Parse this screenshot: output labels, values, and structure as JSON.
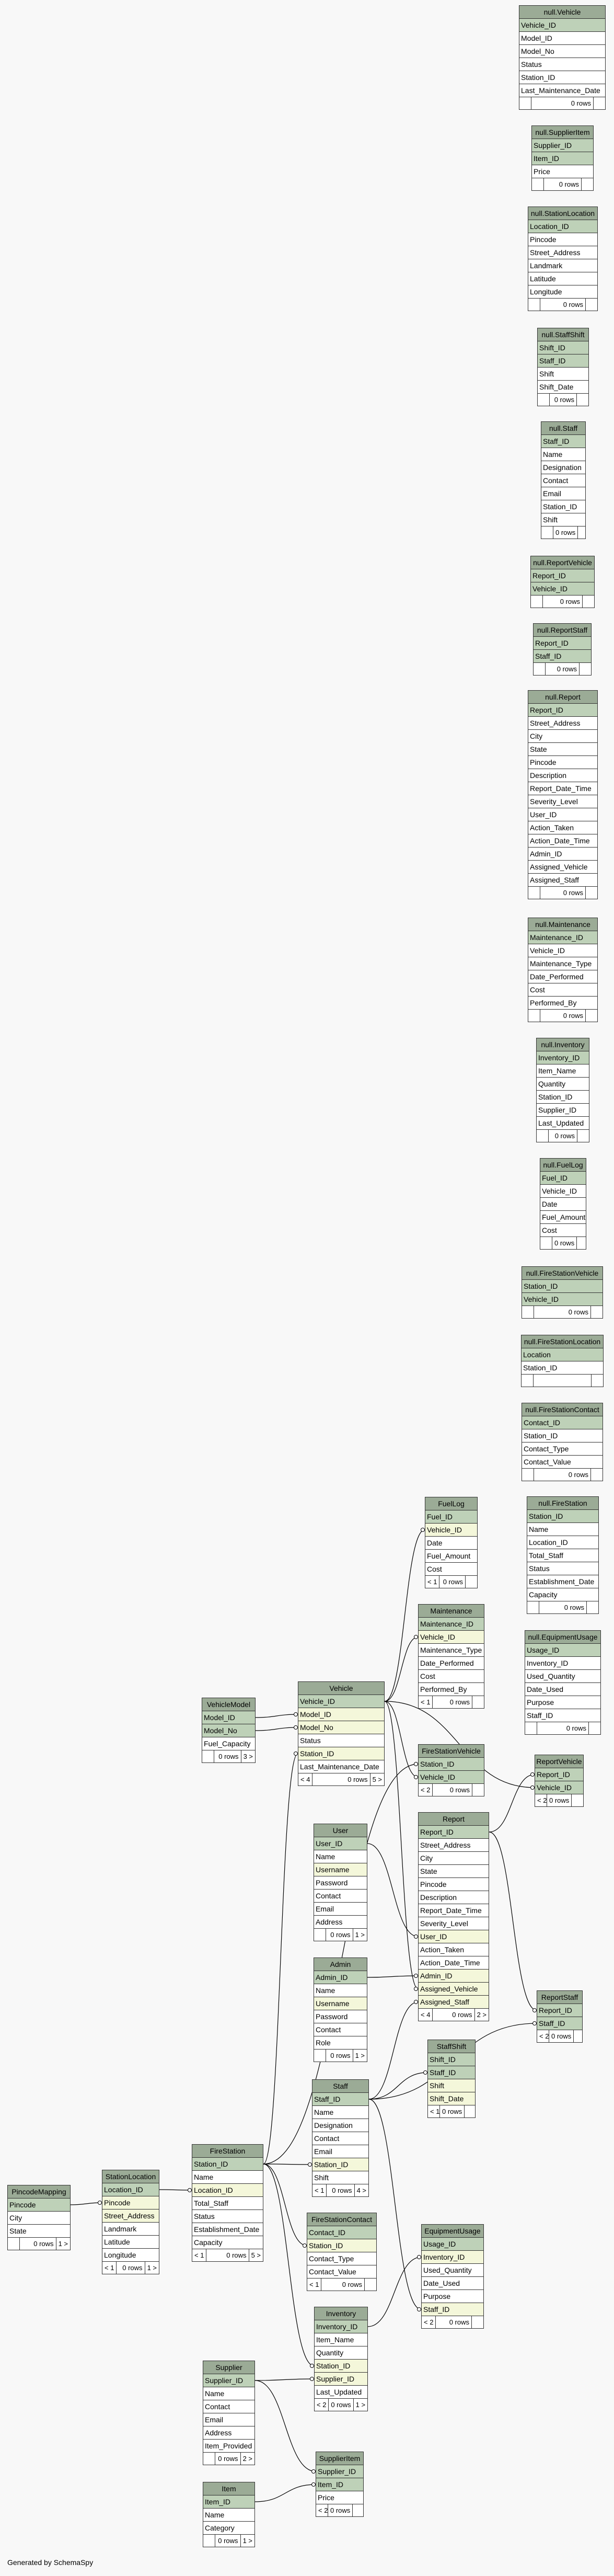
{
  "footer": "Generated by SchemaSpy",
  "tables": [
    {
      "id": "null-vehicle",
      "title": "null.Vehicle",
      "rows": [
        {
          "name": "Vehicle_ID",
          "k": "pk"
        },
        {
          "name": "Model_ID"
        },
        {
          "name": "Model_No"
        },
        {
          "name": "Status"
        },
        {
          "name": "Station_ID"
        },
        {
          "name": "Last_Maintenance_Date"
        }
      ],
      "footer": [
        "",
        "0 rows",
        ""
      ]
    },
    {
      "id": "null-supplieritem",
      "title": "null.SupplierItem",
      "rows": [
        {
          "name": "Supplier_ID",
          "k": "pk"
        },
        {
          "name": "Item_ID",
          "k": "pk"
        },
        {
          "name": "Price"
        }
      ],
      "footer": [
        "",
        "0 rows",
        ""
      ]
    },
    {
      "id": "null-stationlocation",
      "title": "null.StationLocation",
      "rows": [
        {
          "name": "Location_ID",
          "k": "pk"
        },
        {
          "name": "Pincode"
        },
        {
          "name": "Street_Address"
        },
        {
          "name": "Landmark"
        },
        {
          "name": "Latitude"
        },
        {
          "name": "Longitude"
        }
      ],
      "footer": [
        "",
        "0 rows",
        ""
      ]
    },
    {
      "id": "null-staffshift",
      "title": "null.StaffShift",
      "rows": [
        {
          "name": "Shift_ID",
          "k": "pk"
        },
        {
          "name": "Staff_ID",
          "k": "pk"
        },
        {
          "name": "Shift"
        },
        {
          "name": "Shift_Date"
        }
      ],
      "footer": [
        "",
        "0 rows",
        ""
      ]
    },
    {
      "id": "null-staff",
      "title": "null.Staff",
      "rows": [
        {
          "name": "Staff_ID",
          "k": "pk"
        },
        {
          "name": "Name"
        },
        {
          "name": "Designation"
        },
        {
          "name": "Contact"
        },
        {
          "name": "Email"
        },
        {
          "name": "Station_ID"
        },
        {
          "name": "Shift"
        }
      ],
      "footer": [
        "",
        "0 rows",
        ""
      ]
    },
    {
      "id": "null-reportvehicle",
      "title": "null.ReportVehicle",
      "rows": [
        {
          "name": "Report_ID",
          "k": "pk"
        },
        {
          "name": "Vehicle_ID",
          "k": "pk"
        }
      ],
      "footer": [
        "",
        "0 rows",
        ""
      ]
    },
    {
      "id": "null-reportstaff",
      "title": "null.ReportStaff",
      "rows": [
        {
          "name": "Report_ID",
          "k": "pk"
        },
        {
          "name": "Staff_ID",
          "k": "pk"
        }
      ],
      "footer": [
        "",
        "0 rows",
        ""
      ]
    },
    {
      "id": "null-report",
      "title": "null.Report",
      "rows": [
        {
          "name": "Report_ID",
          "k": "pk"
        },
        {
          "name": "Street_Address"
        },
        {
          "name": "City"
        },
        {
          "name": "State"
        },
        {
          "name": "Pincode"
        },
        {
          "name": "Description"
        },
        {
          "name": "Report_Date_Time"
        },
        {
          "name": "Severity_Level"
        },
        {
          "name": "User_ID"
        },
        {
          "name": "Action_Taken"
        },
        {
          "name": "Action_Date_Time"
        },
        {
          "name": "Admin_ID"
        },
        {
          "name": "Assigned_Vehicle"
        },
        {
          "name": "Assigned_Staff"
        }
      ],
      "footer": [
        "",
        "0 rows",
        ""
      ]
    },
    {
      "id": "null-maintenance",
      "title": "null.Maintenance",
      "rows": [
        {
          "name": "Maintenance_ID",
          "k": "pk"
        },
        {
          "name": "Vehicle_ID"
        },
        {
          "name": "Maintenance_Type"
        },
        {
          "name": "Date_Performed"
        },
        {
          "name": "Cost"
        },
        {
          "name": "Performed_By"
        }
      ],
      "footer": [
        "",
        "0 rows",
        ""
      ]
    },
    {
      "id": "null-inventory",
      "title": "null.Inventory",
      "rows": [
        {
          "name": "Inventory_ID",
          "k": "pk"
        },
        {
          "name": "Item_Name"
        },
        {
          "name": "Quantity"
        },
        {
          "name": "Station_ID"
        },
        {
          "name": "Supplier_ID"
        },
        {
          "name": "Last_Updated"
        }
      ],
      "footer": [
        "",
        "0 rows",
        ""
      ]
    },
    {
      "id": "null-fuellog",
      "title": "null.FuelLog",
      "rows": [
        {
          "name": "Fuel_ID",
          "k": "pk"
        },
        {
          "name": "Vehicle_ID"
        },
        {
          "name": "Date"
        },
        {
          "name": "Fuel_Amount"
        },
        {
          "name": "Cost"
        }
      ],
      "footer": [
        "",
        "0 rows",
        ""
      ]
    },
    {
      "id": "null-firestationvehicle",
      "title": "null.FireStationVehicle",
      "rows": [
        {
          "name": "Station_ID",
          "k": "pk"
        },
        {
          "name": "Vehicle_ID",
          "k": "pk"
        }
      ],
      "footer": [
        "",
        "0 rows",
        ""
      ]
    },
    {
      "id": "null-firestationlocation",
      "title": "null.FireStationLocation",
      "rows": [
        {
          "name": "Location",
          "k": "pk"
        },
        {
          "name": "Station_ID"
        }
      ],
      "footer": [
        "",
        "",
        ""
      ]
    },
    {
      "id": "null-firestationcontact",
      "title": "null.FireStationContact",
      "rows": [
        {
          "name": "Contact_ID",
          "k": "pk"
        },
        {
          "name": "Station_ID"
        },
        {
          "name": "Contact_Type"
        },
        {
          "name": "Contact_Value"
        }
      ],
      "footer": [
        "",
        "0 rows",
        ""
      ]
    },
    {
      "id": "fuellog",
      "title": "FuelLog",
      "rows": [
        {
          "name": "Fuel_ID",
          "k": "pk"
        },
        {
          "name": "Vehicle_ID",
          "k": "fk"
        },
        {
          "name": "Date"
        },
        {
          "name": "Fuel_Amount"
        },
        {
          "name": "Cost"
        }
      ],
      "footer": [
        "< 1",
        "0 rows",
        ""
      ]
    },
    {
      "id": "null-firestation",
      "title": "null.FireStation",
      "rows": [
        {
          "name": "Station_ID",
          "k": "pk"
        },
        {
          "name": "Name"
        },
        {
          "name": "Location_ID"
        },
        {
          "name": "Total_Staff"
        },
        {
          "name": "Status"
        },
        {
          "name": "Establishment_Date"
        },
        {
          "name": "Capacity"
        }
      ],
      "footer": [
        "",
        "0 rows",
        ""
      ]
    },
    {
      "id": "maintenance",
      "title": "Maintenance",
      "rows": [
        {
          "name": "Maintenance_ID",
          "k": "pk"
        },
        {
          "name": "Vehicle_ID",
          "k": "fk"
        },
        {
          "name": "Maintenance_Type"
        },
        {
          "name": "Date_Performed"
        },
        {
          "name": "Cost"
        },
        {
          "name": "Performed_By"
        }
      ],
      "footer": [
        "< 1",
        "0 rows",
        ""
      ]
    },
    {
      "id": "null-equipmentusage",
      "title": "null.EquipmentUsage",
      "rows": [
        {
          "name": "Usage_ID",
          "k": "pk"
        },
        {
          "name": "Inventory_ID"
        },
        {
          "name": "Used_Quantity"
        },
        {
          "name": "Date_Used"
        },
        {
          "name": "Purpose"
        },
        {
          "name": "Staff_ID"
        }
      ],
      "footer": [
        "",
        "0 rows",
        ""
      ]
    },
    {
      "id": "vehiclemodel",
      "title": "VehicleModel",
      "rows": [
        {
          "name": "Model_ID",
          "k": "pk"
        },
        {
          "name": "Model_No",
          "k": "pk"
        },
        {
          "name": "Fuel_Capacity"
        }
      ],
      "footer": [
        "",
        "0 rows",
        "3 >"
      ]
    },
    {
      "id": "vehicle",
      "title": "Vehicle",
      "rows": [
        {
          "name": "Vehicle_ID",
          "k": "pk"
        },
        {
          "name": "Model_ID",
          "k": "fk"
        },
        {
          "name": "Model_No",
          "k": "fk"
        },
        {
          "name": "Status"
        },
        {
          "name": "Station_ID",
          "k": "fk"
        },
        {
          "name": "Last_Maintenance_Date"
        }
      ],
      "footer": [
        "< 4",
        "0 rows",
        "5 >"
      ]
    },
    {
      "id": "firestationvehicle",
      "title": "FireStationVehicle",
      "rows": [
        {
          "name": "Station_ID",
          "k": "pk"
        },
        {
          "name": "Vehicle_ID",
          "k": "pk"
        }
      ],
      "footer": [
        "< 2",
        "0 rows",
        ""
      ]
    },
    {
      "id": "reportvehicle",
      "title": "ReportVehicle",
      "rows": [
        {
          "name": "Report_ID",
          "k": "pk"
        },
        {
          "name": "Vehicle_ID",
          "k": "pk"
        }
      ],
      "footer": [
        "< 2",
        "0 rows",
        ""
      ]
    },
    {
      "id": "user",
      "title": "User",
      "rows": [
        {
          "name": "User_ID",
          "k": "pk"
        },
        {
          "name": "Name"
        },
        {
          "name": "Username",
          "k": "fk"
        },
        {
          "name": "Password"
        },
        {
          "name": "Contact"
        },
        {
          "name": "Email"
        },
        {
          "name": "Address"
        }
      ],
      "footer": [
        "",
        "0 rows",
        "1 >"
      ]
    },
    {
      "id": "report",
      "title": "Report",
      "rows": [
        {
          "name": "Report_ID",
          "k": "pk"
        },
        {
          "name": "Street_Address"
        },
        {
          "name": "City"
        },
        {
          "name": "State"
        },
        {
          "name": "Pincode"
        },
        {
          "name": "Description"
        },
        {
          "name": "Report_Date_Time"
        },
        {
          "name": "Severity_Level"
        },
        {
          "name": "User_ID",
          "k": "fk"
        },
        {
          "name": "Action_Taken"
        },
        {
          "name": "Action_Date_Time"
        },
        {
          "name": "Admin_ID",
          "k": "fk"
        },
        {
          "name": "Assigned_Vehicle",
          "k": "fk"
        },
        {
          "name": "Assigned_Staff",
          "k": "fk"
        }
      ],
      "footer": [
        "< 4",
        "0 rows",
        "2 >"
      ]
    },
    {
      "id": "admin",
      "title": "Admin",
      "rows": [
        {
          "name": "Admin_ID",
          "k": "pk"
        },
        {
          "name": "Name"
        },
        {
          "name": "Username",
          "k": "fk"
        },
        {
          "name": "Password"
        },
        {
          "name": "Contact"
        },
        {
          "name": "Role"
        }
      ],
      "footer": [
        "",
        "0 rows",
        "1 >"
      ]
    },
    {
      "id": "reportstaff",
      "title": "ReportStaff",
      "rows": [
        {
          "name": "Report_ID",
          "k": "pk"
        },
        {
          "name": "Staff_ID",
          "k": "pk"
        }
      ],
      "footer": [
        "< 2",
        "0 rows",
        ""
      ]
    },
    {
      "id": "staffshift",
      "title": "StaffShift",
      "rows": [
        {
          "name": "Shift_ID",
          "k": "pk"
        },
        {
          "name": "Staff_ID",
          "k": "pk"
        },
        {
          "name": "Shift",
          "k": "fk"
        },
        {
          "name": "Shift_Date",
          "k": "fk"
        }
      ],
      "footer": [
        "< 1",
        "0 rows",
        ""
      ]
    },
    {
      "id": "staff",
      "title": "Staff",
      "rows": [
        {
          "name": "Staff_ID",
          "k": "pk"
        },
        {
          "name": "Name"
        },
        {
          "name": "Designation"
        },
        {
          "name": "Contact"
        },
        {
          "name": "Email"
        },
        {
          "name": "Station_ID",
          "k": "fk"
        },
        {
          "name": "Shift"
        }
      ],
      "footer": [
        "< 1",
        "0 rows",
        "4 >"
      ]
    },
    {
      "id": "pincodemapping",
      "title": "PincodeMapping",
      "rows": [
        {
          "name": "Pincode",
          "k": "pk"
        },
        {
          "name": "City"
        },
        {
          "name": "State"
        }
      ],
      "footer": [
        "",
        "0 rows",
        "1 >"
      ]
    },
    {
      "id": "stationlocation",
      "title": "StationLocation",
      "rows": [
        {
          "name": "Location_ID",
          "k": "pk"
        },
        {
          "name": "Pincode",
          "k": "fk"
        },
        {
          "name": "Street_Address",
          "k": "fk"
        },
        {
          "name": "Landmark"
        },
        {
          "name": "Latitude"
        },
        {
          "name": "Longitude"
        }
      ],
      "footer": [
        "< 1",
        "0 rows",
        "1 >"
      ]
    },
    {
      "id": "firestation",
      "title": "FireStation",
      "rows": [
        {
          "name": "Station_ID",
          "k": "pk"
        },
        {
          "name": "Name"
        },
        {
          "name": "Location_ID",
          "k": "fk"
        },
        {
          "name": "Total_Staff"
        },
        {
          "name": "Status"
        },
        {
          "name": "Establishment_Date"
        },
        {
          "name": "Capacity"
        }
      ],
      "footer": [
        "< 1",
        "0 rows",
        "5 >"
      ]
    },
    {
      "id": "firestationcontact",
      "title": "FireStationContact",
      "rows": [
        {
          "name": "Contact_ID",
          "k": "pk"
        },
        {
          "name": "Station_ID",
          "k": "fk"
        },
        {
          "name": "Contact_Type"
        },
        {
          "name": "Contact_Value"
        }
      ],
      "footer": [
        "< 1",
        "0 rows",
        ""
      ]
    },
    {
      "id": "equipmentusage",
      "title": "EquipmentUsage",
      "rows": [
        {
          "name": "Usage_ID",
          "k": "pk"
        },
        {
          "name": "Inventory_ID",
          "k": "fk"
        },
        {
          "name": "Used_Quantity"
        },
        {
          "name": "Date_Used"
        },
        {
          "name": "Purpose"
        },
        {
          "name": "Staff_ID",
          "k": "fk"
        }
      ],
      "footer": [
        "< 2",
        "0 rows",
        ""
      ]
    },
    {
      "id": "inventory",
      "title": "Inventory",
      "rows": [
        {
          "name": "Inventory_ID",
          "k": "pk"
        },
        {
          "name": "Item_Name"
        },
        {
          "name": "Quantity"
        },
        {
          "name": "Station_ID",
          "k": "fk"
        },
        {
          "name": "Supplier_ID",
          "k": "fk"
        },
        {
          "name": "Last_Updated"
        }
      ],
      "footer": [
        "< 2",
        "0 rows",
        "1 >"
      ]
    },
    {
      "id": "supplier",
      "title": "Supplier",
      "rows": [
        {
          "name": "Supplier_ID",
          "k": "pk"
        },
        {
          "name": "Name"
        },
        {
          "name": "Contact"
        },
        {
          "name": "Email"
        },
        {
          "name": "Address"
        },
        {
          "name": "Item_Provided"
        }
      ],
      "footer": [
        "",
        "0 rows",
        "2 >"
      ]
    },
    {
      "id": "supplieritem",
      "title": "SupplierItem",
      "rows": [
        {
          "name": "Supplier_ID",
          "k": "pk"
        },
        {
          "name": "Item_ID",
          "k": "pk"
        },
        {
          "name": "Price"
        }
      ],
      "footer": [
        "< 2",
        "0 rows",
        ""
      ]
    },
    {
      "id": "item",
      "title": "Item",
      "rows": [
        {
          "name": "Item_ID",
          "k": "pk"
        },
        {
          "name": "Name"
        },
        {
          "name": "Category"
        }
      ],
      "footer": [
        "",
        "0 rows",
        "1 >"
      ]
    }
  ],
  "relationships": [
    {
      "from": "vehiclemodel.0",
      "to": "vehicle.1"
    },
    {
      "from": "vehiclemodel.1",
      "to": "vehicle.2"
    },
    {
      "from": "vehicle.0",
      "to": "fuellog.1"
    },
    {
      "from": "vehicle.0",
      "to": "maintenance.1"
    },
    {
      "from": "vehicle.0",
      "to": "firestationvehicle.1"
    },
    {
      "from": "vehicle.0",
      "to": "reportvehicle.1"
    },
    {
      "from": "vehicle.0",
      "to": "report.12"
    },
    {
      "from": "user.0",
      "to": "report.8"
    },
    {
      "from": "admin.0",
      "to": "report.11"
    },
    {
      "from": "report.0",
      "to": "reportvehicle.0"
    },
    {
      "from": "report.0",
      "to": "reportstaff.0"
    },
    {
      "from": "staff.0",
      "to": "reportstaff.1"
    },
    {
      "from": "staff.0",
      "to": "report.13"
    },
    {
      "from": "staff.0",
      "to": "staffshift.1"
    },
    {
      "from": "staff.0",
      "to": "equipmentusage.5"
    },
    {
      "from": "pincodemapping.0",
      "to": "stationlocation.1"
    },
    {
      "from": "stationlocation.0",
      "to": "firestation.2"
    },
    {
      "from": "firestation.0",
      "to": "vehicle.4"
    },
    {
      "from": "firestation.0",
      "to": "firestationvehicle.0"
    },
    {
      "from": "firestation.0",
      "to": "staff.5"
    },
    {
      "from": "firestation.0",
      "to": "firestationcontact.1"
    },
    {
      "from": "firestation.0",
      "to": "inventory.3"
    },
    {
      "from": "inventory.0",
      "to": "equipmentusage.1"
    },
    {
      "from": "supplier.0",
      "to": "inventory.4"
    },
    {
      "from": "supplier.0",
      "to": "supplieritem.0"
    },
    {
      "from": "item.0",
      "to": "supplieritem.1"
    }
  ]
}
